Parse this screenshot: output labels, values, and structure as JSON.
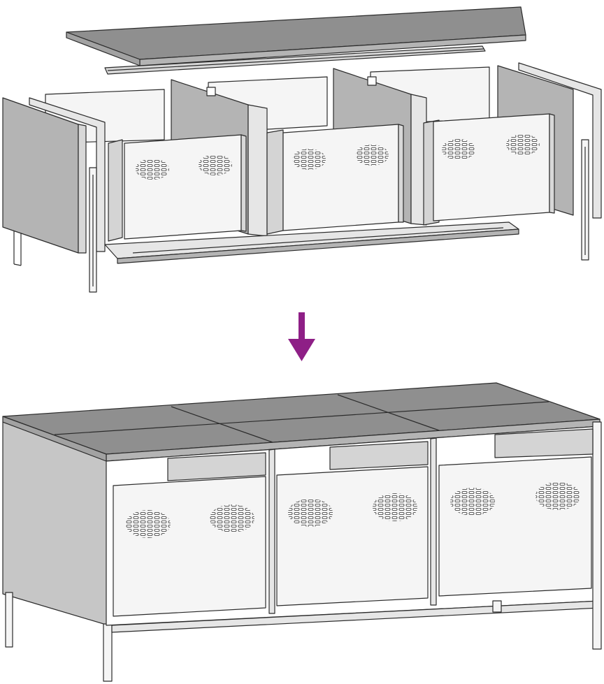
{
  "diagram": {
    "stages": [
      {
        "name": "exploded-view",
        "cabinets": 3
      },
      {
        "name": "assembled-view",
        "cabinets": 3
      }
    ],
    "arrow": {
      "icon": "down-arrow-icon",
      "color": "#8e1f86"
    },
    "colors": {
      "line": "#2b2b2b",
      "panel_gray": "#b4b4b4",
      "top_gray": "#8f8f8f",
      "side_gray": "#c6c6c6",
      "face_white": "#f5f5f5",
      "inner_gray": "#d4d4d4"
    }
  }
}
